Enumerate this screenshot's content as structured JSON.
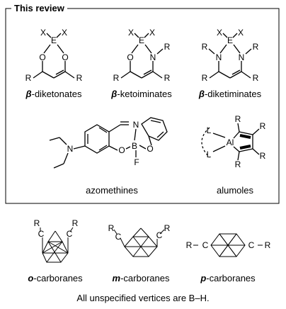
{
  "box": {
    "title": "This review"
  },
  "compounds": {
    "diketonates": {
      "prefix": "β",
      "name": "-diketonates"
    },
    "ketoiminates": {
      "prefix": "β",
      "name": "-ketoiminates"
    },
    "diketiminates": {
      "prefix": "β",
      "name": "-diketiminates"
    },
    "azomethines": {
      "name": "azomethines"
    },
    "alumoles": {
      "name": "alumoles"
    }
  },
  "carboranes": {
    "ortho": {
      "prefix": "o",
      "name": "-carboranes"
    },
    "meta": {
      "prefix": "m",
      "name": "-carboranes"
    },
    "para": {
      "prefix": "p",
      "name": "-carboranes"
    }
  },
  "atoms": {
    "X": "X",
    "E": "E",
    "O": "O",
    "N": "N",
    "R": "R",
    "B": "B",
    "F": "F",
    "Al": "Al",
    "L": "L",
    "C": "C",
    "dash": "–"
  },
  "footnote": "All unspecified vertices are B–H."
}
